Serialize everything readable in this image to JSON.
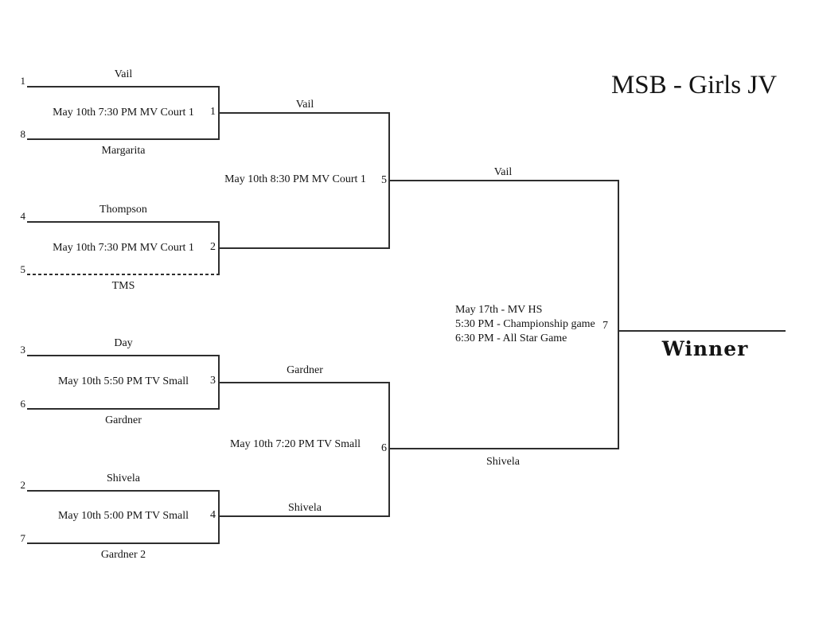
{
  "title": "MSB - Girls JV",
  "winner_label": "Winner",
  "colors": {
    "ink": "#141414",
    "line": "#2e2e2e",
    "background": "#ffffff"
  },
  "round1": [
    {
      "game_number": "1",
      "seed_top": "1",
      "seed_bottom": "8",
      "team_top": "Vail",
      "team_bottom": "Margarita",
      "schedule": "May 10th 7:30 PM MV Court 1",
      "winner": "Vail"
    },
    {
      "game_number": "2",
      "seed_top": "4",
      "seed_bottom": "5",
      "team_top": "Thompson",
      "team_bottom": "TMS",
      "schedule": "May 10th 7:30 PM MV Court 1",
      "winner": ""
    },
    {
      "game_number": "3",
      "seed_top": "3",
      "seed_bottom": "6",
      "team_top": "Day",
      "team_bottom": "Gardner",
      "schedule": "May 10th 5:50 PM TV Small",
      "winner": "Gardner"
    },
    {
      "game_number": "4",
      "seed_top": "2",
      "seed_bottom": "7",
      "team_top": "Shivela",
      "team_bottom": "Gardner 2",
      "schedule": "May 10th 5:00 PM TV Small",
      "winner": "Shivela"
    }
  ],
  "semifinals": [
    {
      "game_number": "5",
      "schedule": "May 10th 8:30 PM MV Court 1",
      "winner": "Vail"
    },
    {
      "game_number": "6",
      "schedule": "May 10th 7:20 PM TV Small",
      "winner": "Shivela"
    }
  ],
  "final": {
    "game_number": "7",
    "details": [
      "May 17th - MV HS",
      "5:30 PM - Championship game",
      "6:30 PM - All Star Game"
    ]
  }
}
